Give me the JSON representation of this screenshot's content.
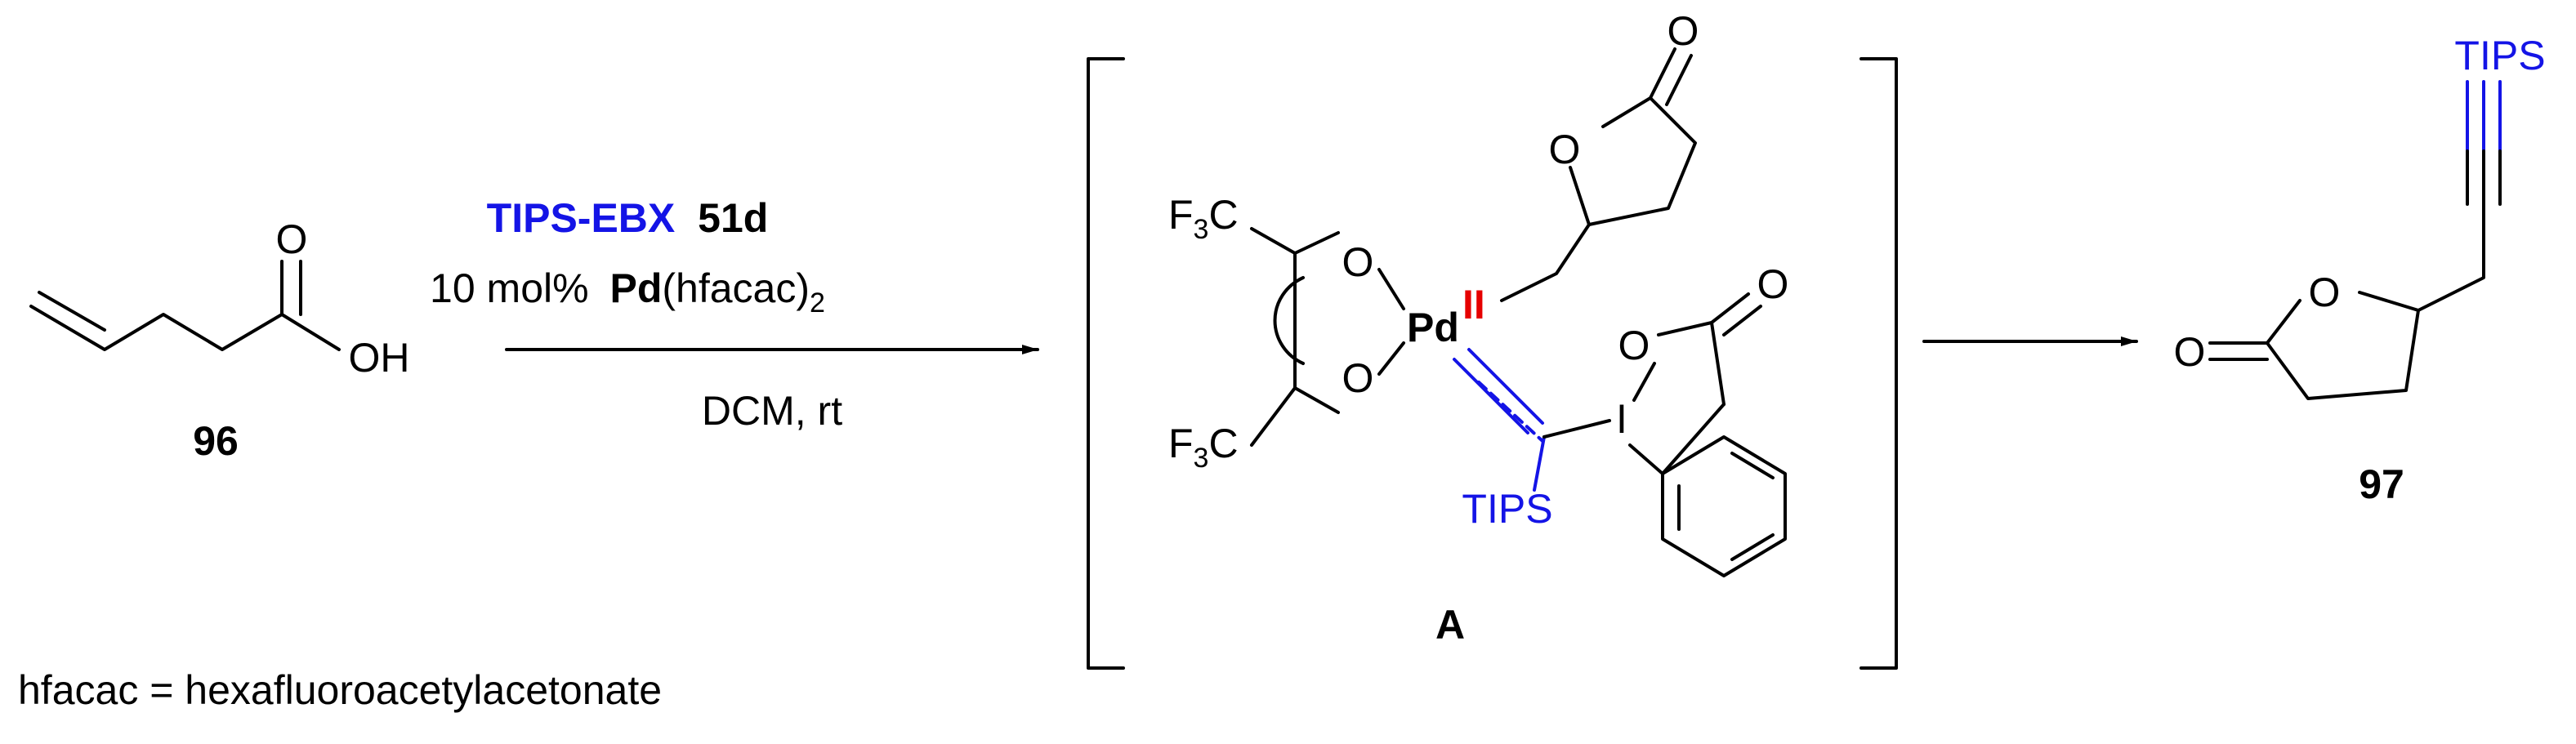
{
  "colors": {
    "ink": "#000000",
    "tips_blue": "#1414e6",
    "oxidation_red": "#e60000"
  },
  "reactant": {
    "label": "96",
    "atom_O_carbonyl": "O",
    "atom_OH": "OH"
  },
  "conditions": {
    "reagent_name": "TIPS-EBX",
    "reagent_number": "51d",
    "catalyst_loading": "10 mol%",
    "catalyst_metal": "Pd",
    "catalyst_ligand": "(hfacac)",
    "catalyst_subscript": "2",
    "solvent_temp": "DCM, rt"
  },
  "intermediate": {
    "label": "A",
    "metal": "Pd",
    "oxidation_state": "II",
    "cf3_top_f": "F",
    "cf3_top_sub": "3",
    "cf3_top_c": "C",
    "cf3_bottom_f": "F",
    "cf3_bottom_sub": "3",
    "cf3_bottom_c": "C",
    "atom_O1": "O",
    "atom_O2": "O",
    "lactone_ring_O": "O",
    "lactone_carbonyl_O": "O",
    "iodine": "I",
    "benziodoxole_O": "O",
    "benziodoxole_carbonyl_O": "O",
    "tips": "TIPS"
  },
  "product": {
    "label": "97",
    "tips": "TIPS",
    "ring_O": "O",
    "carbonyl_O": "O"
  },
  "footnote": "hfacac = hexafluoroacetylacetonate"
}
